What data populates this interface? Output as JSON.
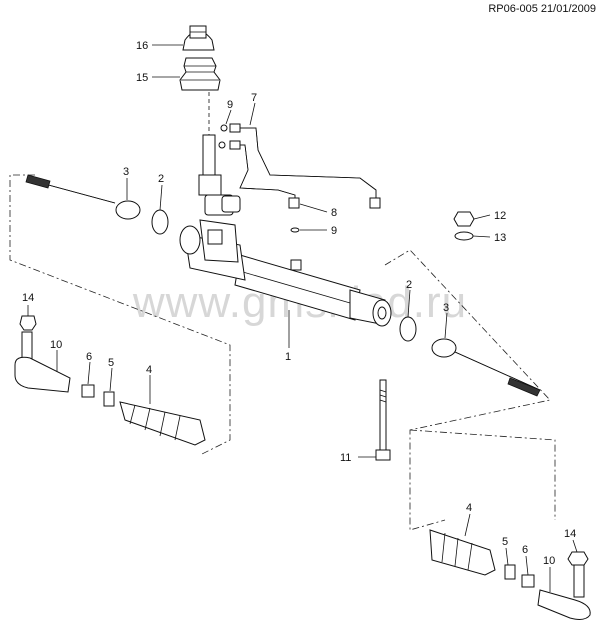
{
  "ref_code": "RP06-005 21/01/2009",
  "watermark": "www.gmsklad.ru",
  "callouts": {
    "c1": "1",
    "c2a": "2",
    "c2b": "2",
    "c3a": "3",
    "c3b": "3",
    "c4a": "4",
    "c4b": "4",
    "c5a": "5",
    "c5b": "5",
    "c6a": "6",
    "c6b": "6",
    "c7": "7",
    "c8": "8",
    "c9a": "9",
    "c9b": "9",
    "c10a": "10",
    "c10b": "10",
    "c11": "11",
    "c12": "12",
    "c13": "13",
    "c14a": "14",
    "c14b": "14",
    "c15": "15",
    "c16": "16"
  }
}
